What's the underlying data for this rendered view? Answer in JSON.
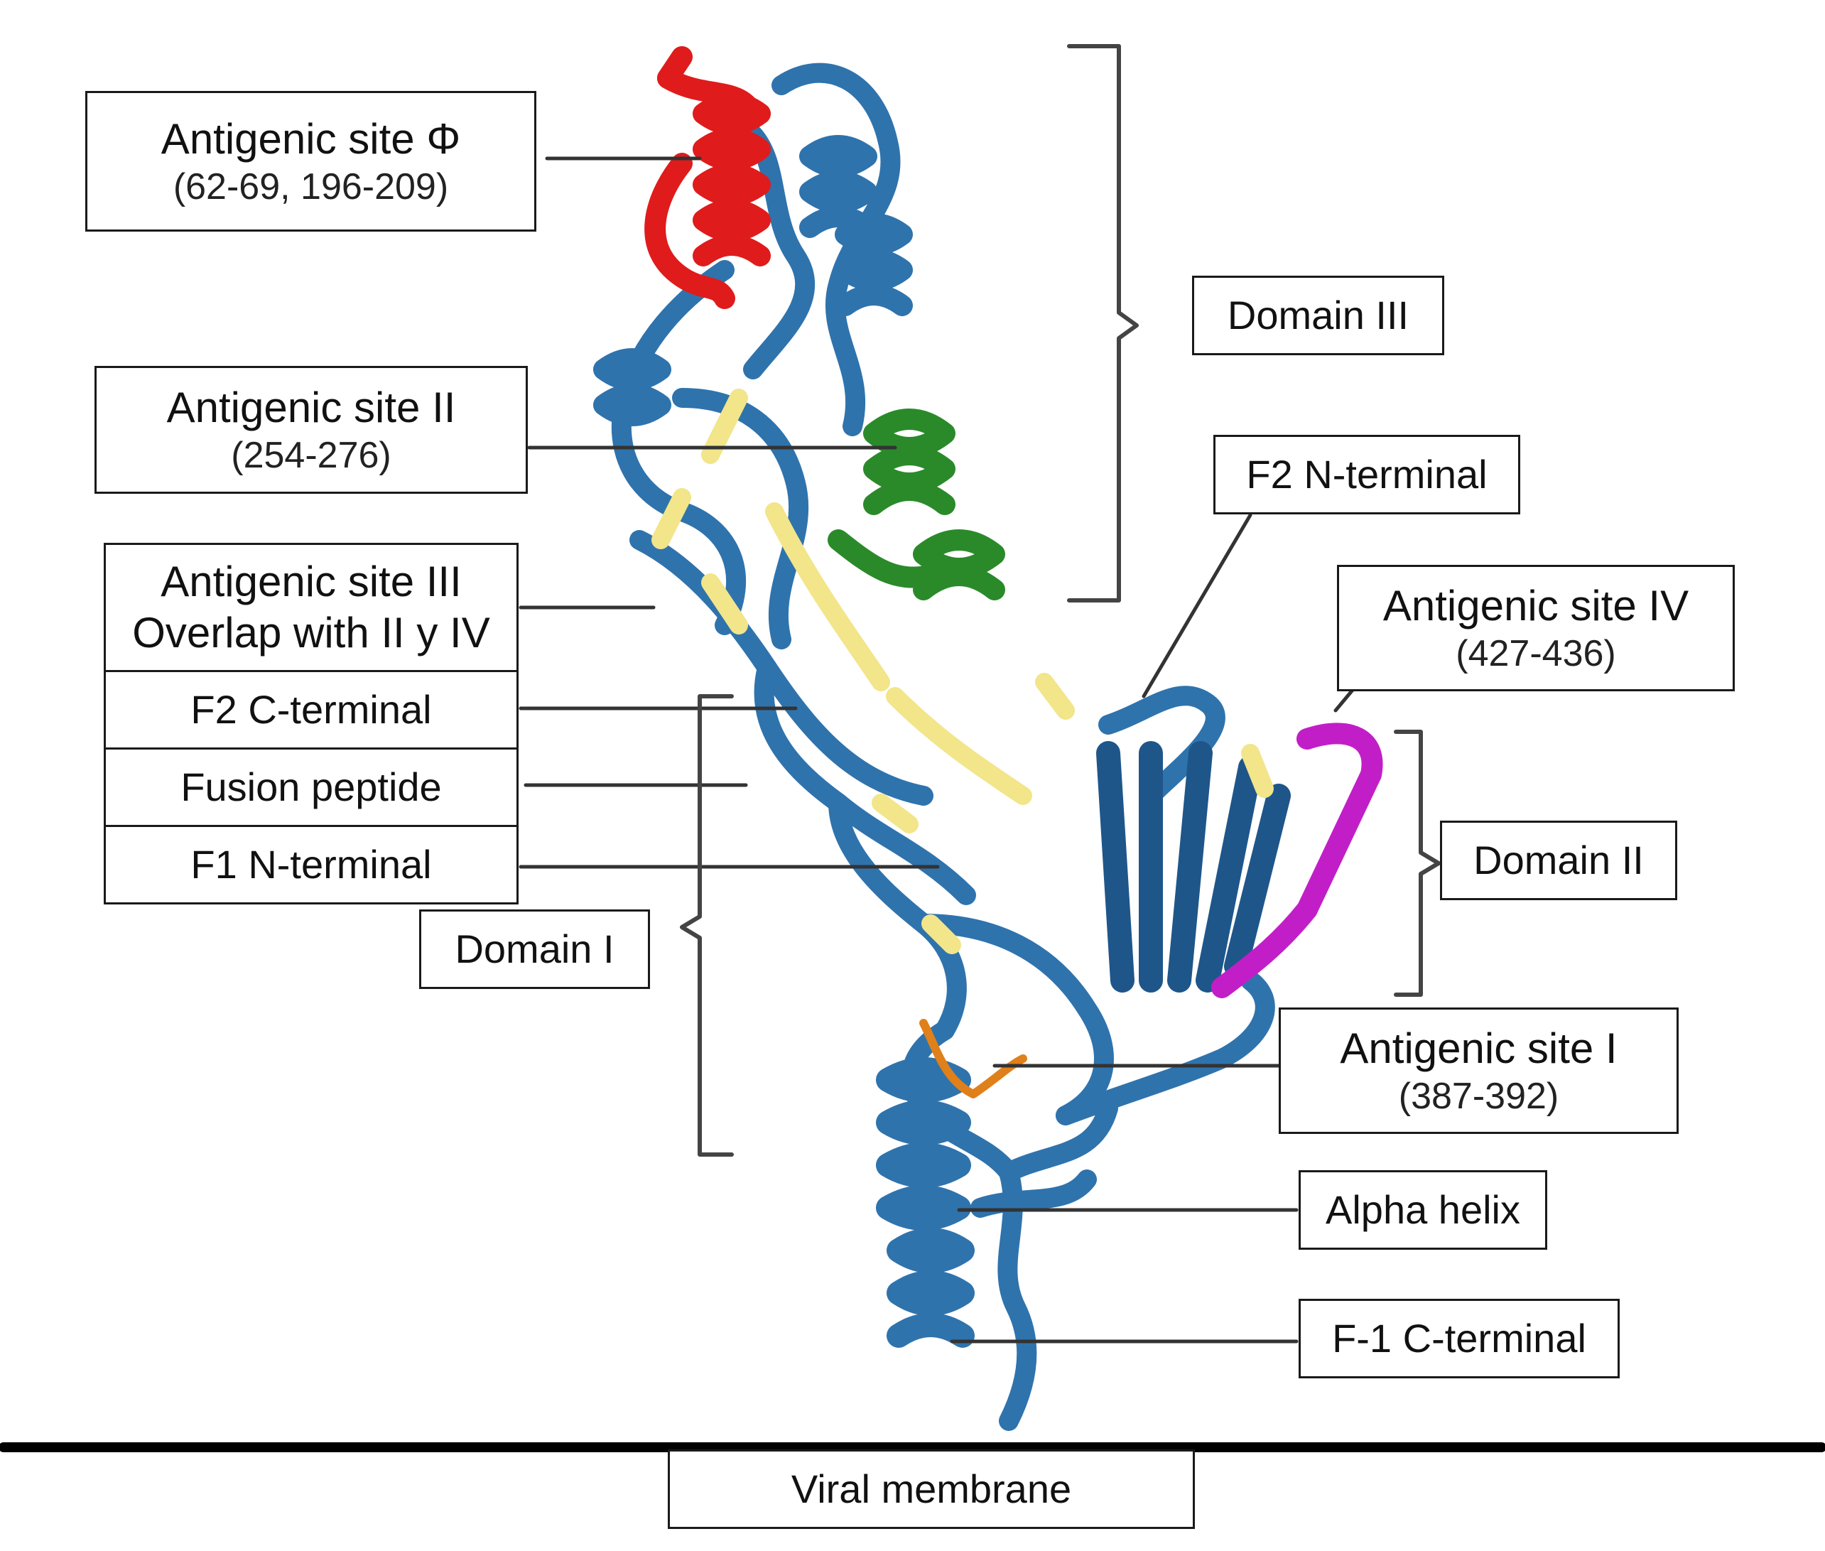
{
  "labels": {
    "site_phi": {
      "title": "Antigenic site Φ",
      "range": "(62-69, 196-209)"
    },
    "site_ii": {
      "title": "Antigenic site II",
      "range": "(254-276)"
    },
    "site_iii": {
      "title": "Antigenic site III",
      "sub": "Overlap with II y IV"
    },
    "f2_c": "F2 C-terminal",
    "fusion": "Fusion peptide",
    "f1_n": "F1 N-terminal",
    "domain_i": "Domain I",
    "domain_ii": "Domain II",
    "domain_iii": "Domain III",
    "f2_n": "F2 N-terminal",
    "site_iv": {
      "title": "Antigenic site IV",
      "range": "(427-436)"
    },
    "site_i": {
      "title": "Antigenic site I",
      "range": "(387-392)"
    },
    "alpha": "Alpha helix",
    "f1_c": "F-1 C-terminal",
    "membrane": "Viral membrane"
  },
  "colors": {
    "protein": "#2f73ad",
    "protein_dark": "#1e568a",
    "site_phi": "#e01b1b",
    "site_ii": "#2a8a2a",
    "site_iii": "#f2e58a",
    "site_iv": "#c21ec8",
    "site_i": "#e0801a",
    "line": "#333333"
  }
}
